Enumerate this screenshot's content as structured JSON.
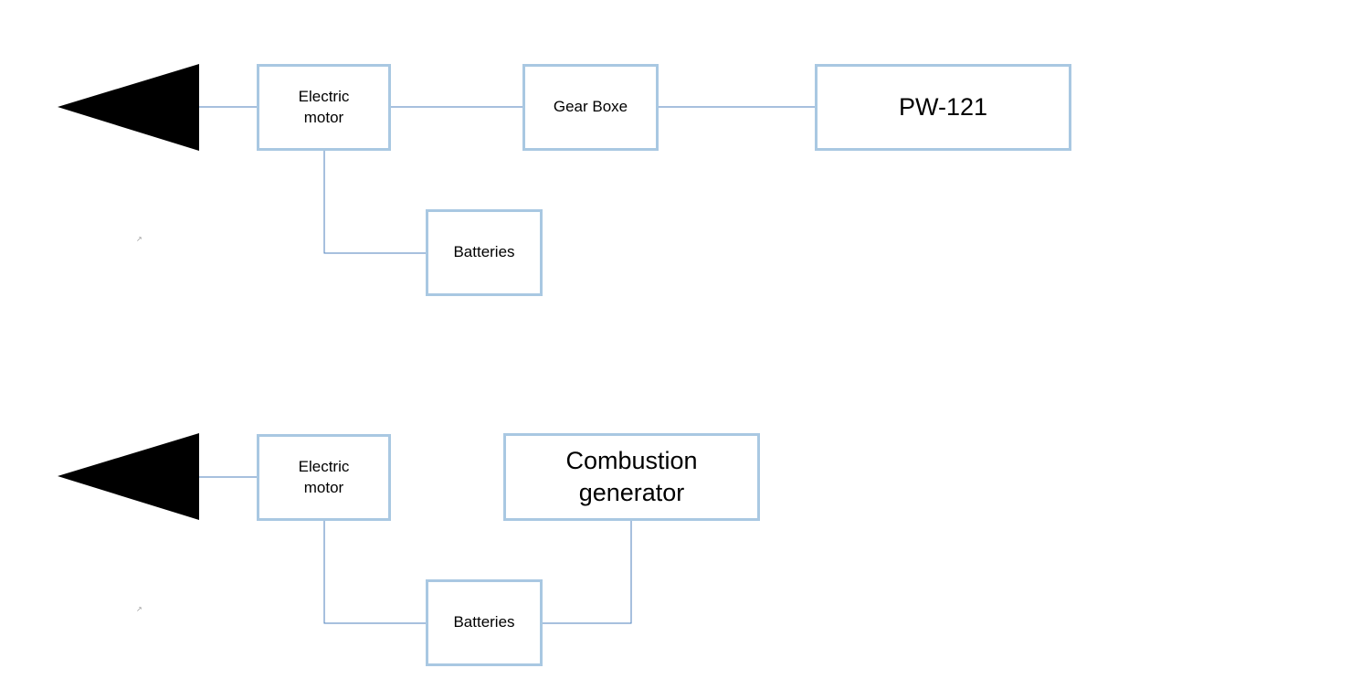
{
  "diagrams": [
    {
      "motor": {
        "label_line1": "Electric",
        "label_line2": "motor"
      },
      "gearbox": {
        "label": "Gear Boxe"
      },
      "engine": {
        "label": "PW-121"
      },
      "batteries": {
        "label": "Batteries"
      },
      "small_mark": "↗"
    },
    {
      "motor": {
        "label_line1": "Electric",
        "label_line2": "motor"
      },
      "generator": {
        "label_line1": "Combustion",
        "label_line2": "generator"
      },
      "batteries": {
        "label": "Batteries"
      },
      "small_mark": "↗"
    }
  ],
  "colors": {
    "box_border": "#a9c8e2",
    "connector": "#4f81bd",
    "propeller": "#000000"
  }
}
